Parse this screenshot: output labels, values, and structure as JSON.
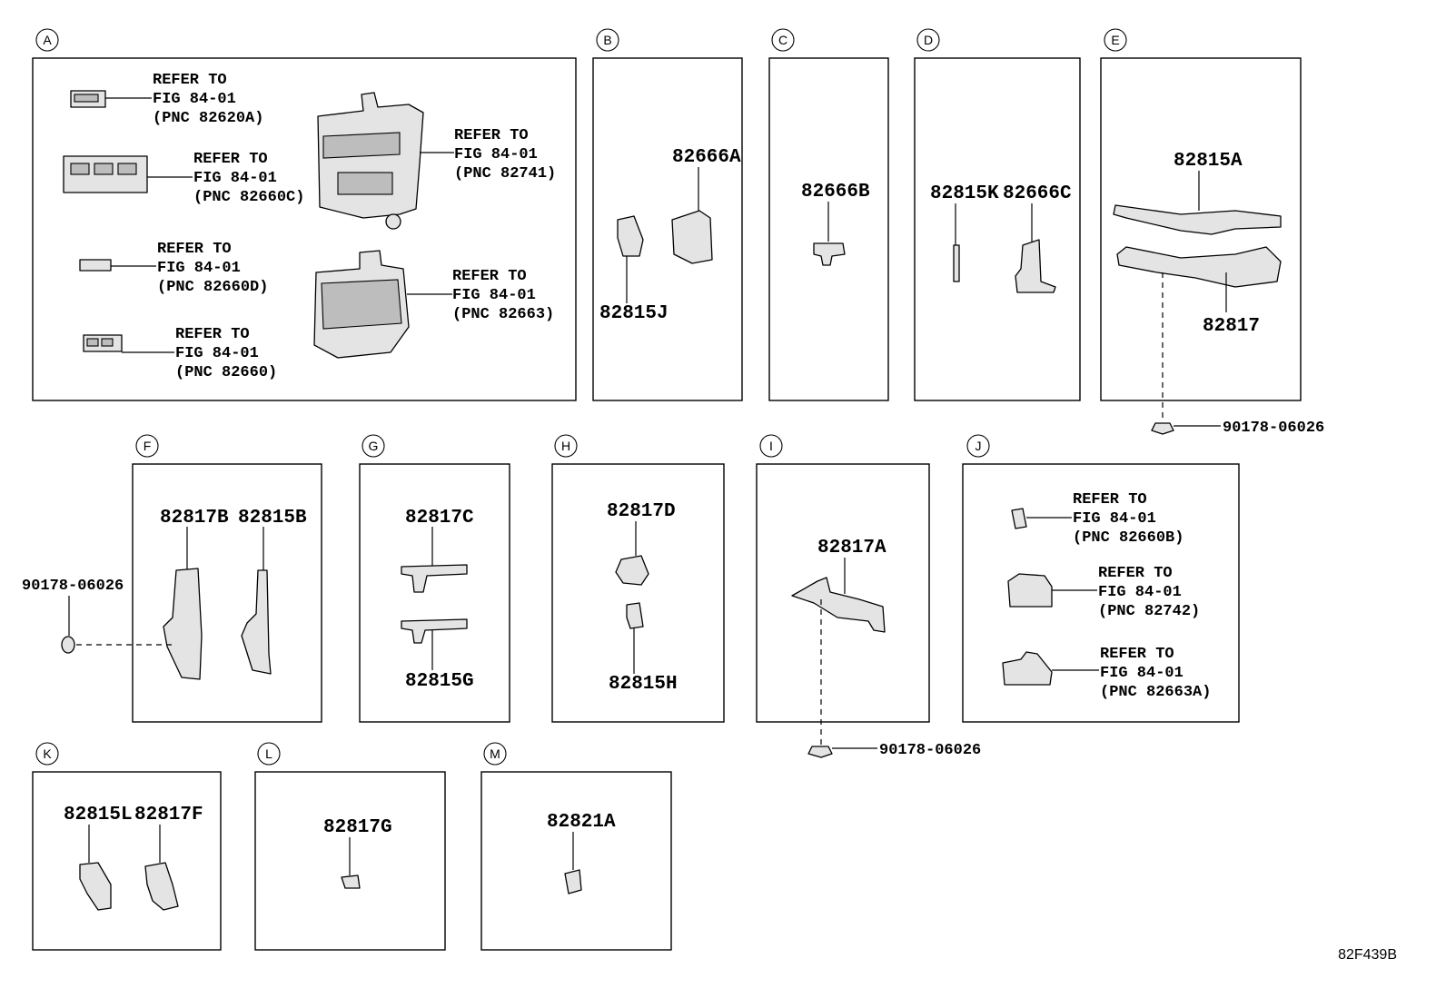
{
  "ref_label": "REFER TO",
  "fig_label": "FIG 84-01",
  "sections": {
    "A": {
      "letter": "A",
      "refs": [
        "(PNC 82620A)",
        "(PNC 82660C)",
        "(PNC 82660D)",
        "(PNC 82660)",
        "(PNC 82741)",
        "(PNC 82663)"
      ]
    },
    "B": {
      "letter": "B",
      "parts": [
        "82666A",
        "82815J"
      ]
    },
    "C": {
      "letter": "C",
      "parts": [
        "82666B"
      ]
    },
    "D": {
      "letter": "D",
      "parts": [
        "82815K",
        "82666C"
      ]
    },
    "E": {
      "letter": "E",
      "parts": [
        "82815A",
        "82817"
      ],
      "clip": "90178-06026"
    },
    "F": {
      "letter": "F",
      "parts": [
        "82817B",
        "82815B"
      ],
      "clip": "90178-06026"
    },
    "G": {
      "letter": "G",
      "parts": [
        "82817C",
        "82815G"
      ]
    },
    "H": {
      "letter": "H",
      "parts": [
        "82817D",
        "82815H"
      ]
    },
    "I": {
      "letter": "I",
      "parts": [
        "82817A"
      ],
      "clip": "90178-06026"
    },
    "J": {
      "letter": "J",
      "refs": [
        "(PNC 82660B)",
        "(PNC 82742)",
        "(PNC 82663A)"
      ]
    },
    "K": {
      "letter": "K",
      "parts": [
        "82815L",
        "82817F"
      ]
    },
    "L": {
      "letter": "L",
      "parts": [
        "82817G"
      ]
    },
    "M": {
      "letter": "M",
      "parts": [
        "82821A"
      ]
    }
  },
  "diagram_code": "82F439B"
}
